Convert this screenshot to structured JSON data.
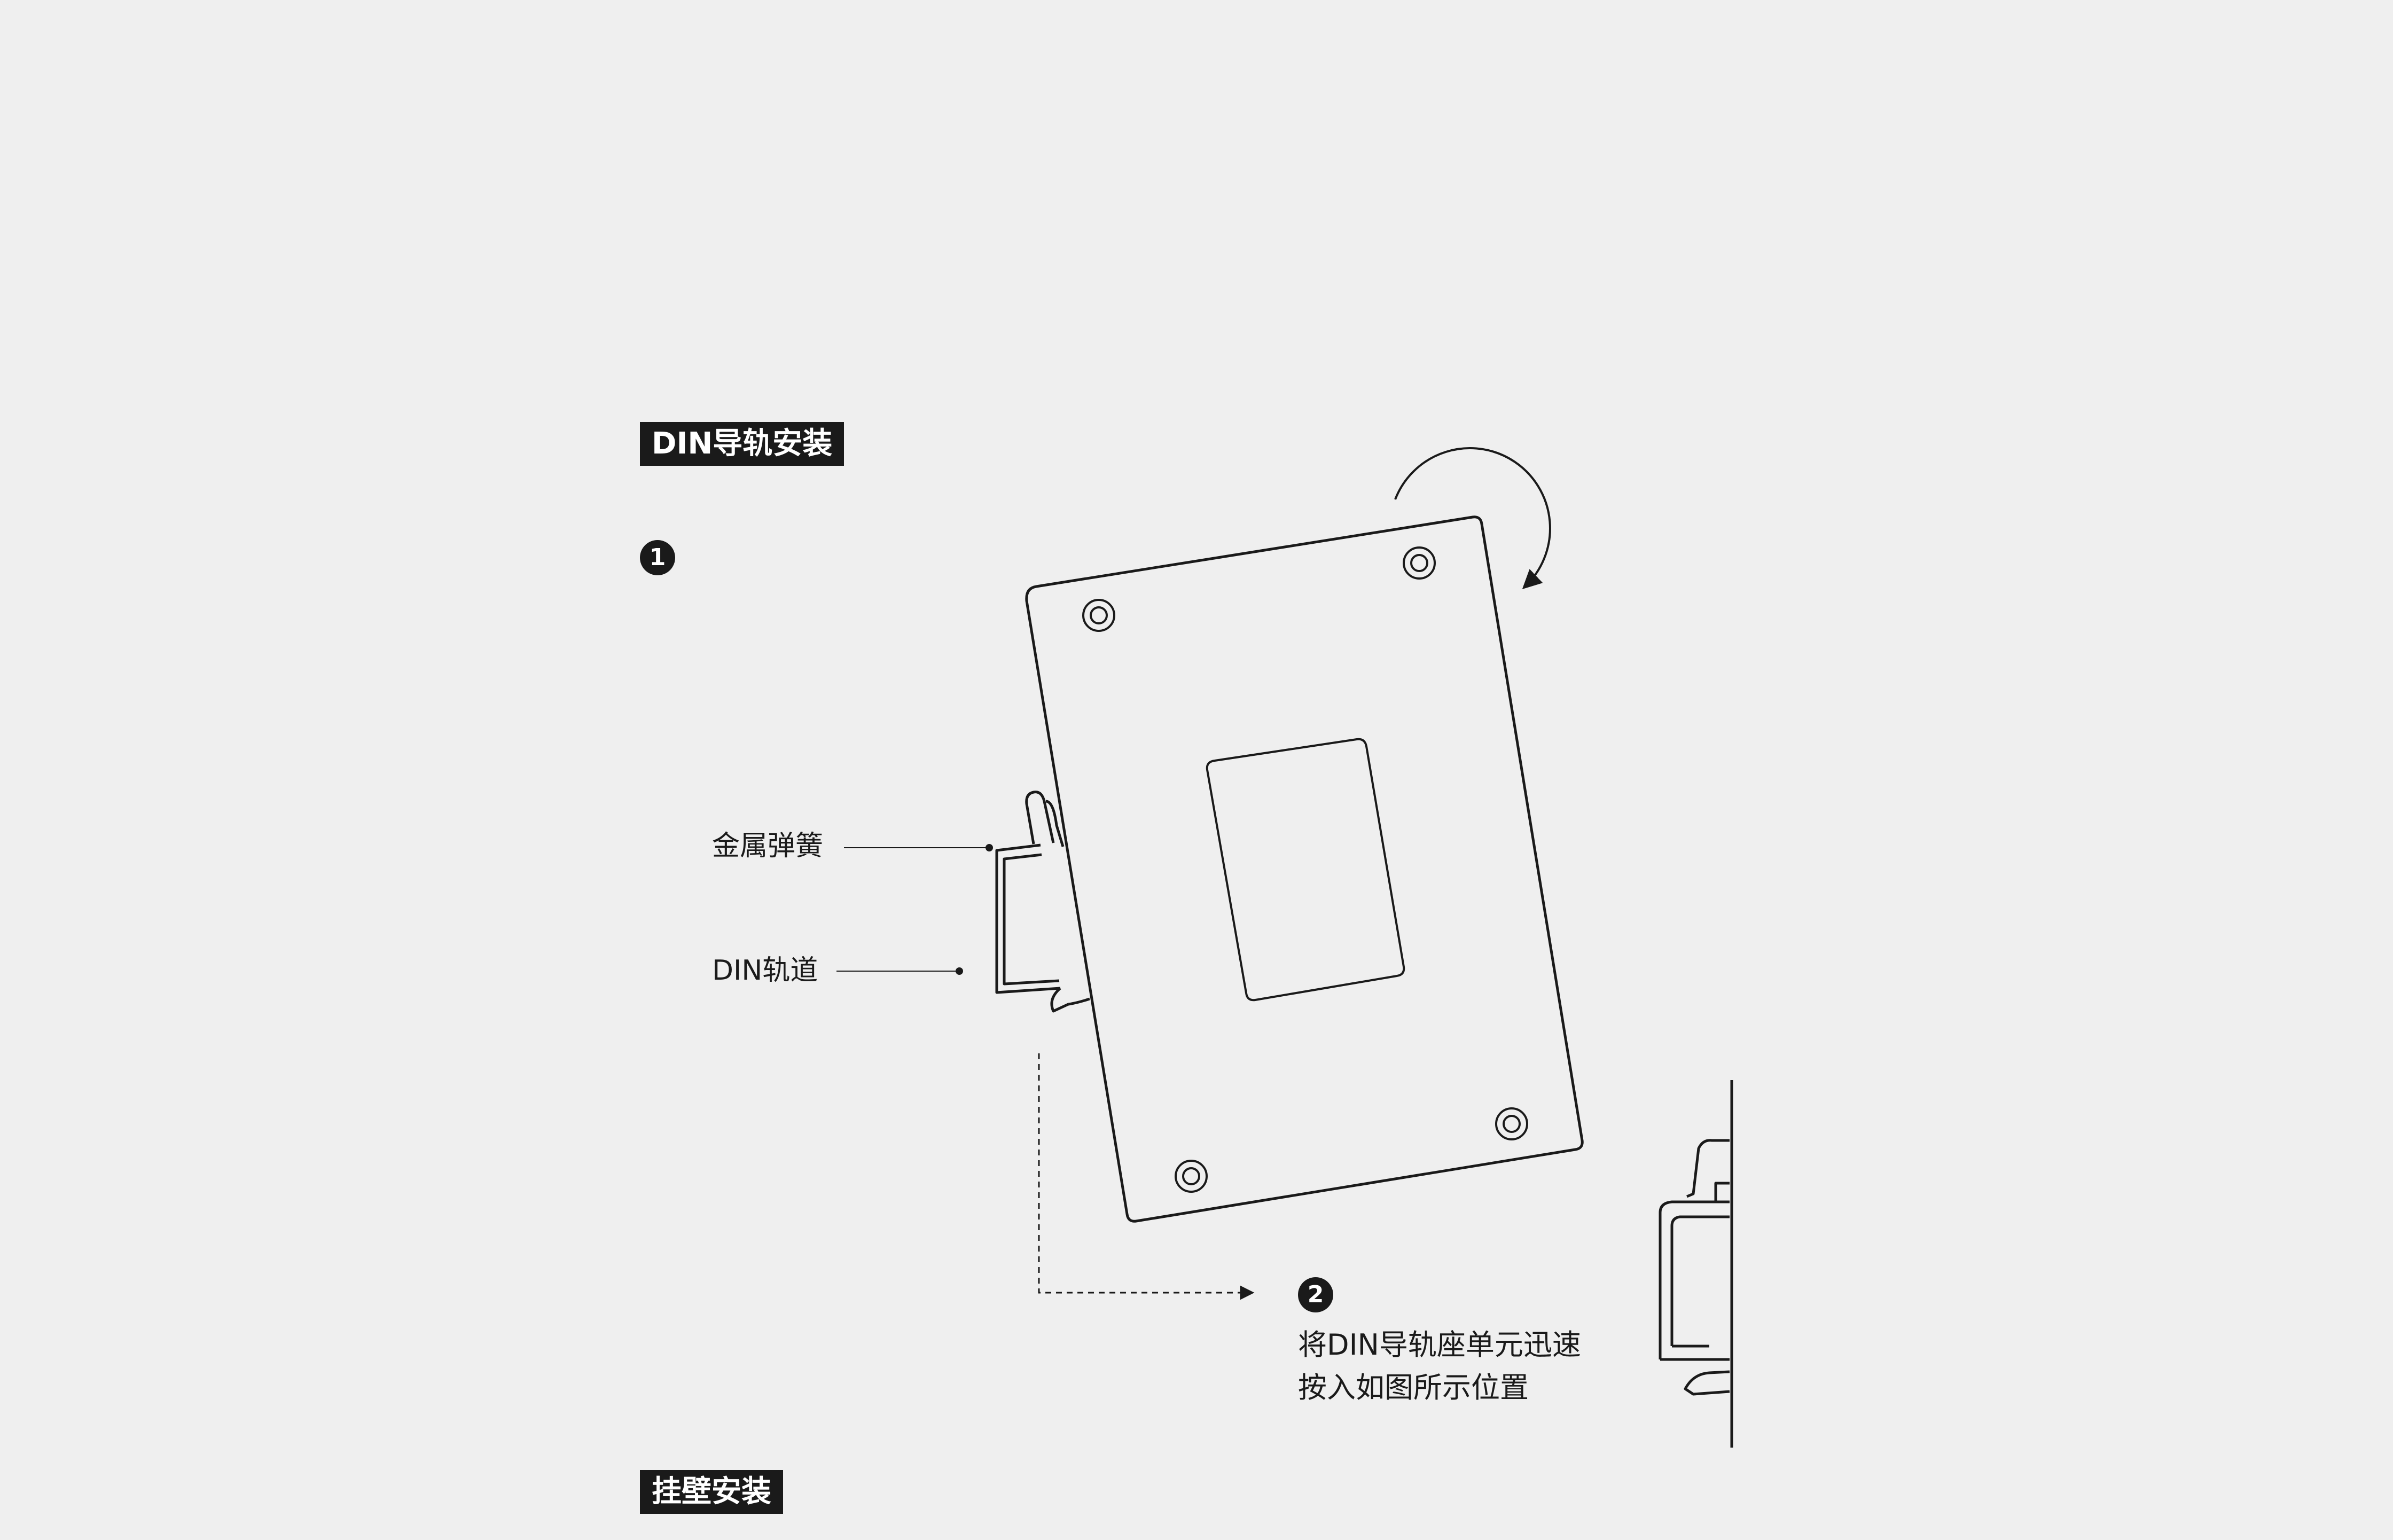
{
  "sections": {
    "din_rail": "DIN导轨安装",
    "wall_mount": "挂壁安装"
  },
  "steps": {
    "step1_badge": "1",
    "step2_badge": "2",
    "step2_line1": "将DIN导轨座单元迅速",
    "step2_line2": "按入如图所示位置"
  },
  "callouts": {
    "spring": "金属弹簧",
    "rail": "DIN轨道"
  },
  "icons": {
    "rotate": "rotate-clockwise-arrow-icon",
    "direction": "dashed-right-arrow-icon"
  },
  "colors": {
    "background": "#efefef",
    "ink": "#1a1a1a",
    "label_bg": "#1a1a1a",
    "label_text": "#ffffff"
  }
}
